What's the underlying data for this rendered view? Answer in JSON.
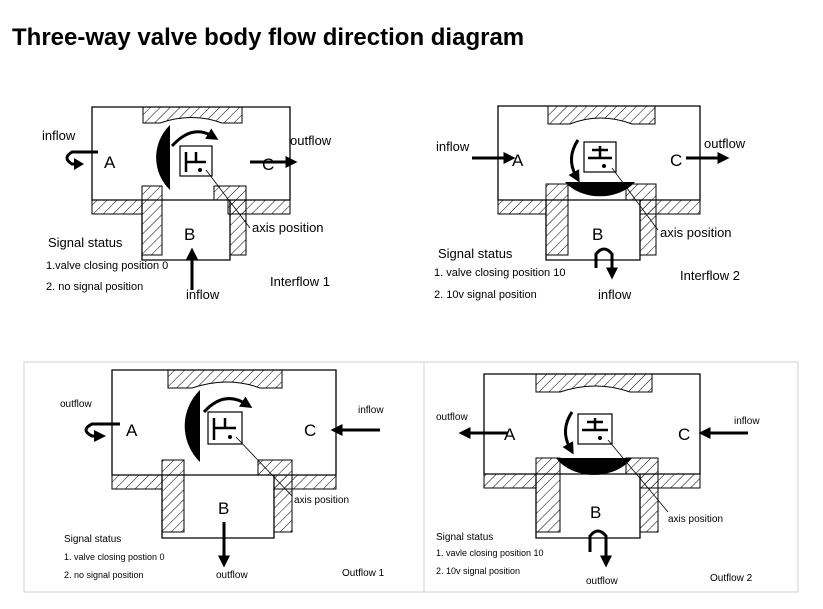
{
  "title": "Three-way valve body flow direction diagram",
  "labels": {
    "inflow": "inflow",
    "outflow": "outflow",
    "port_a": "A",
    "port_b": "B",
    "port_c": "C",
    "axis_position": "axis position",
    "signal_status": "Signal status"
  },
  "panels": [
    {
      "id": "interflow1",
      "name": "Interflow 1",
      "status1": "1.valve closing position 0",
      "status2": "2. no signal position"
    },
    {
      "id": "interflow2",
      "name": "Interflow 2",
      "status1": "1. valve closing position 10",
      "status2": "2. 10v signal position"
    },
    {
      "id": "outflow1",
      "name": "Outflow 1",
      "status1": "1. valve closing postion 0",
      "status2": "2. no signal position"
    },
    {
      "id": "outflow2",
      "name": "Outflow 2",
      "status1": "1. vavle closing position 10",
      "status2": "2. 10v signal position"
    }
  ]
}
